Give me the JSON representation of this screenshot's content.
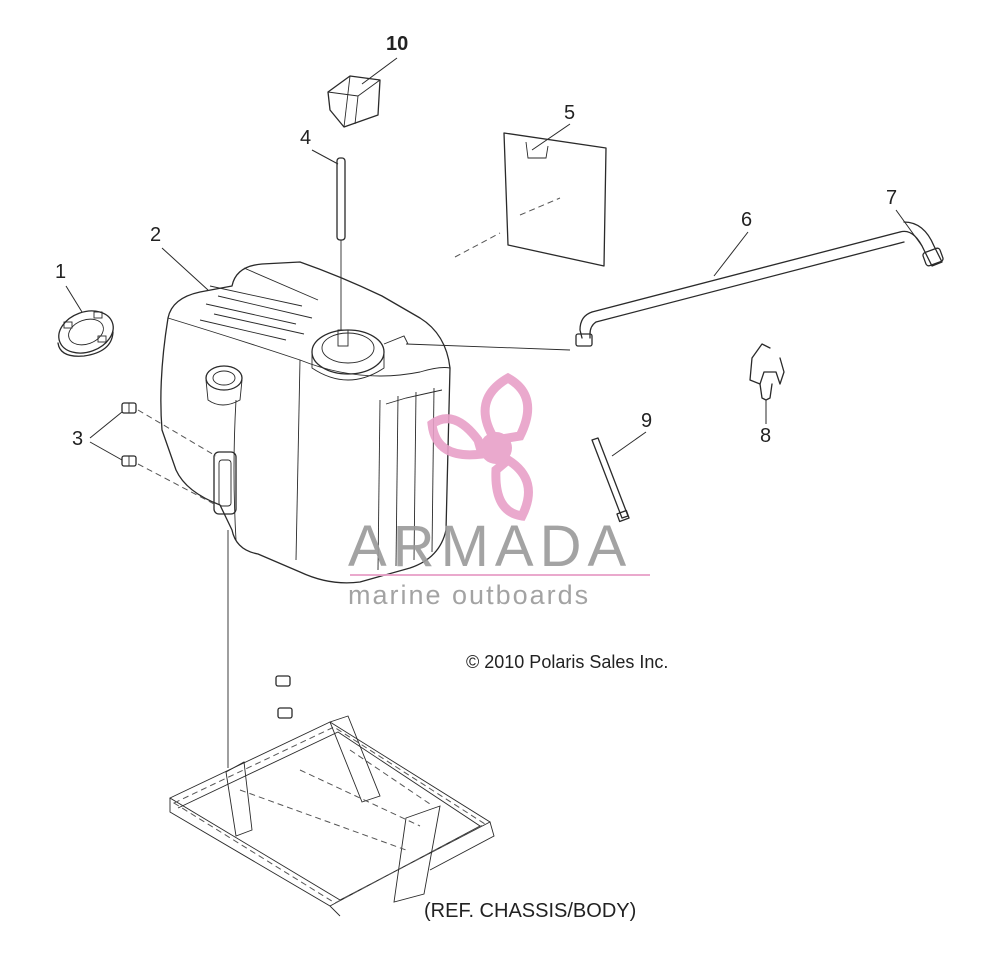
{
  "callouts": {
    "c1": "1",
    "c2": "2",
    "c3": "3",
    "c4": "4",
    "c5": "5",
    "c6": "6",
    "c7": "7",
    "c8": "8",
    "c9": "9",
    "c10": "10"
  },
  "copyright": "© 2010 Polaris Sales Inc.",
  "reference_note": "(REF. CHASSIS/BODY)",
  "watermark": {
    "brand": "ARMADA",
    "tagline": "marine outboards",
    "logo_color": "#e8a0c8",
    "text_color": "#9a9a9a"
  }
}
